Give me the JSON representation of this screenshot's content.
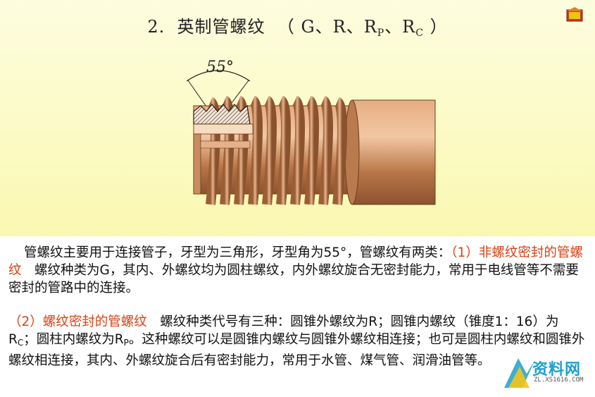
{
  "title": {
    "prefix": "2.",
    "main": "英制管螺纹",
    "open": "（",
    "g": "G、R、R",
    "p": "P",
    "sep": "、R",
    "c": "C",
    "close": "）"
  },
  "figure": {
    "angle_label": "55°"
  },
  "paragraph1": {
    "intro": "管螺纹主要用于连接管子，牙型为三角形，牙型角为55°，管螺纹有两类：",
    "heading": "（1）非螺纹密封的管螺纹",
    "body": "　螺纹种类为G，其内、外螺纹均为圆柱螺纹，内外螺纹旋合无密封能力，常用于电线管等不需要密封的管路中的连接。"
  },
  "paragraph2": {
    "heading": "（2）螺纹密封的管螺纹",
    "body_a": "　螺纹种类代号有三种：圆锥外螺纹为R；圆锥内螺纹（锥度1：16）为R",
    "sub_c": "C",
    "body_b": "；圆柱内螺纹为R",
    "sub_p": "P",
    "body_c": "。这种螺纹可以是圆锥内螺纹与圆锥外螺纹相连接；也可是圆柱内螺纹和圆锥外螺纹相连接，其内、外螺纹旋合后有密封能力，常用于水管、煤气管、润滑油管等。"
  },
  "watermark": {
    "text": "资料网",
    "url": "ZL.XS1616.COM"
  },
  "colors": {
    "accent_red": "#d84315",
    "copper": "#c8875a",
    "background_top": "#fdfddf",
    "background_bottom": "#f5f08f"
  }
}
